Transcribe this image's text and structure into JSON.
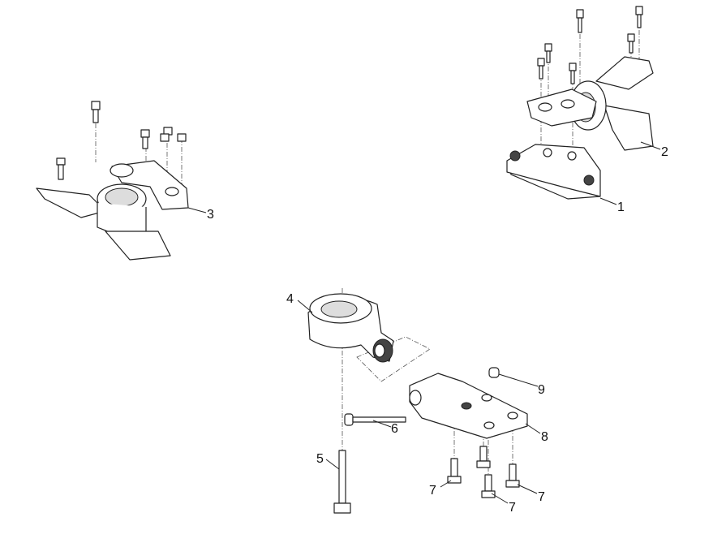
{
  "diagram": {
    "callouts": [
      {
        "id": "c1",
        "label": "1"
      },
      {
        "id": "c2",
        "label": "2"
      },
      {
        "id": "c3",
        "label": "3"
      },
      {
        "id": "c4",
        "label": "4"
      },
      {
        "id": "c5",
        "label": "5"
      },
      {
        "id": "c6",
        "label": "6"
      },
      {
        "id": "c7a",
        "label": "7"
      },
      {
        "id": "c7b",
        "label": "7"
      },
      {
        "id": "c7c",
        "label": "7"
      },
      {
        "id": "c8",
        "label": "8"
      },
      {
        "id": "c9",
        "label": "9"
      }
    ]
  }
}
